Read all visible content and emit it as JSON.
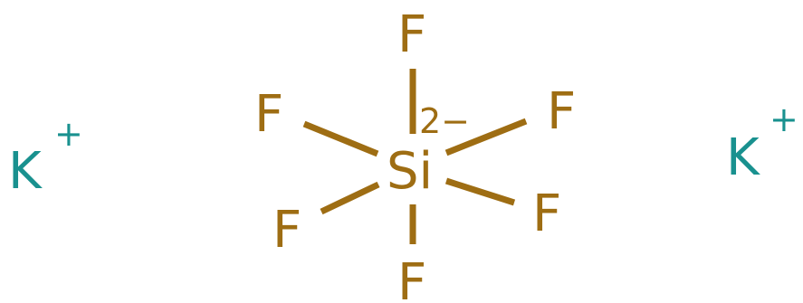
{
  "molecule": {
    "potassium_left": {
      "symbol": "K",
      "charge": "+"
    },
    "potassium_right": {
      "symbol": "K",
      "charge": "+"
    },
    "center": {
      "symbol": "Si",
      "charge": "2−"
    },
    "ligands": {
      "top": "F",
      "upper_left": "F",
      "upper_right": "F",
      "lower_left": "F",
      "lower_right": "F",
      "bottom": "F"
    }
  },
  "colors": {
    "silicon_fluorine": "#9e6d13",
    "potassium": "#19918f",
    "background": "#ffffff"
  }
}
